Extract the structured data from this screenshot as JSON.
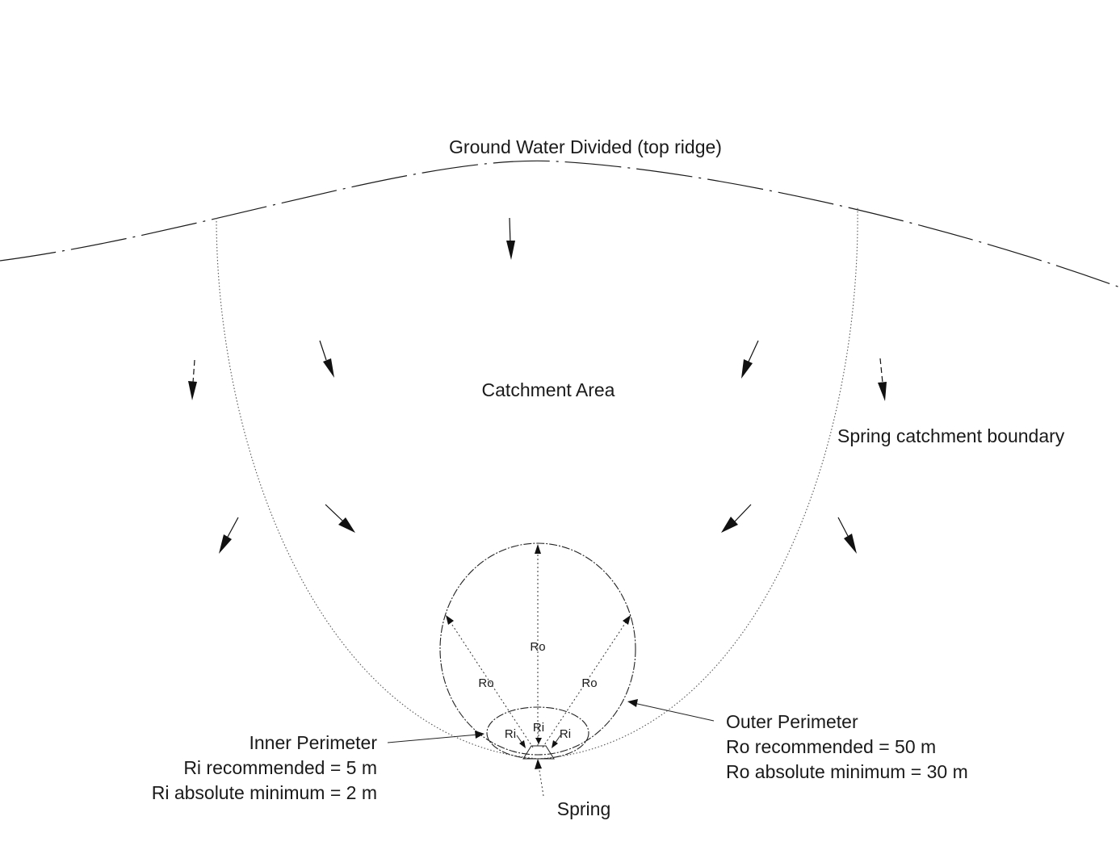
{
  "labels": {
    "ridge": "Ground Water Divided (top ridge)",
    "catchment_area": "Catchment Area",
    "boundary": "Spring catchment boundary",
    "outer_title": "Outer Perimeter",
    "outer_rec": "Ro recommended = 50 m",
    "outer_min": "Ro absolute minimum = 30 m",
    "inner_title": "Inner Perimeter",
    "inner_rec": "Ri recommended =  5 m",
    "inner_min": "Ri absolute minimum = 2 m",
    "spring": "Spring",
    "ro": "Ro",
    "ri": "Ri"
  }
}
